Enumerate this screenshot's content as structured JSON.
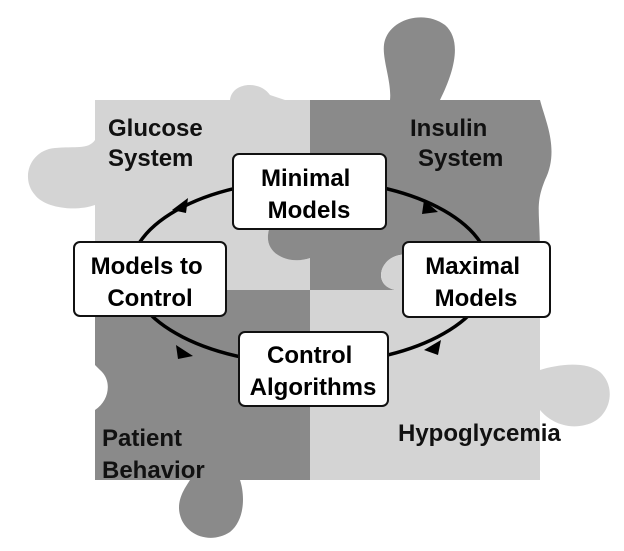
{
  "puzzle": {
    "pieces": [
      {
        "id": "glucose",
        "lines": [
          "Glucose",
          "System"
        ],
        "color": "#d4d4d4"
      },
      {
        "id": "insulin",
        "lines": [
          "Insulin",
          "System"
        ],
        "color": "#8a8a8a"
      },
      {
        "id": "patient",
        "lines": [
          "Patient",
          "Behavior"
        ],
        "color": "#8a8a8a"
      },
      {
        "id": "hypo",
        "lines": [
          "Hypoglycemia"
        ],
        "color": "#d4d4d4"
      }
    ]
  },
  "cycle": {
    "boxes": [
      {
        "id": "minimal",
        "lines": [
          "Minimal",
          "Models"
        ]
      },
      {
        "id": "maximal",
        "lines": [
          "Maximal",
          "Models"
        ]
      },
      {
        "id": "control-alg",
        "lines": [
          "Control",
          "Algorithms"
        ]
      },
      {
        "id": "models-to-control",
        "lines": [
          "Models to",
          "Control"
        ]
      }
    ]
  }
}
